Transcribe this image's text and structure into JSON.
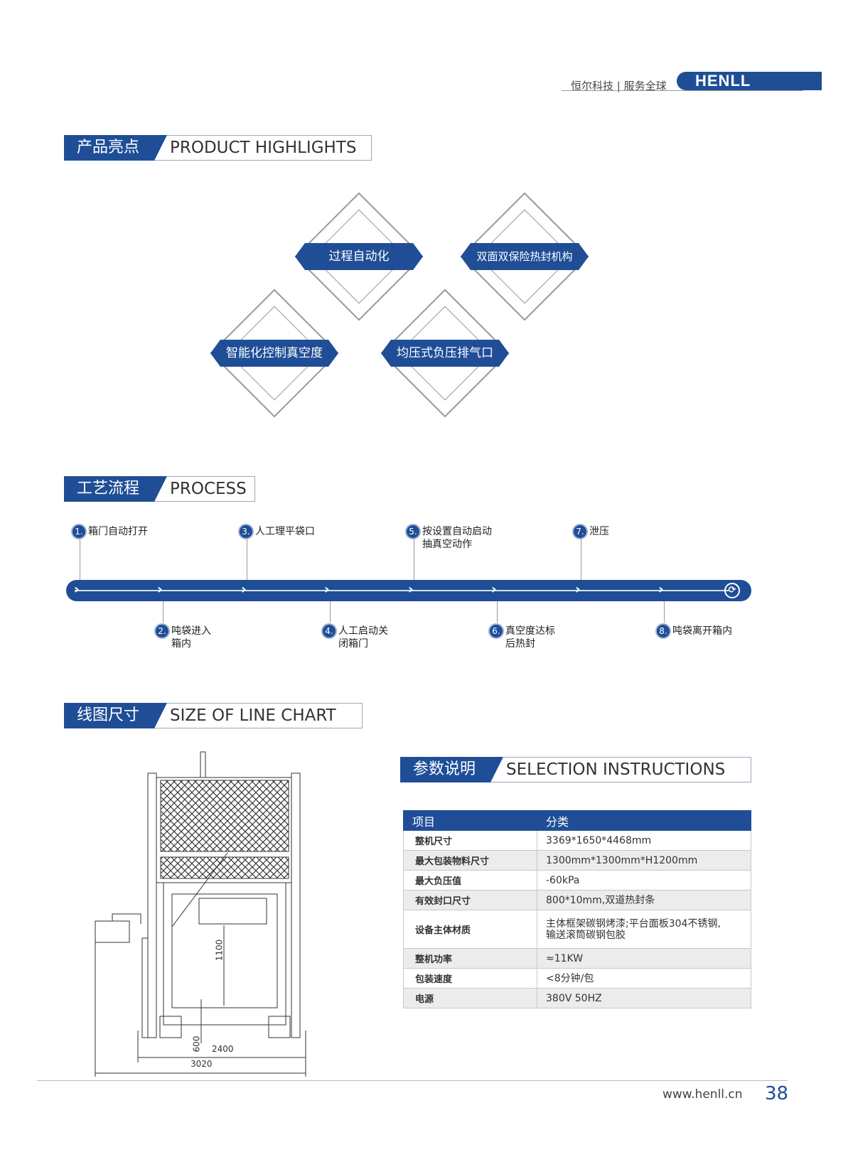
{
  "header": {
    "slogan": "恒尔科技 | 服务全球",
    "logo": "HENLL"
  },
  "highlights": {
    "title_cn": "产品亮点",
    "title_en": "PRODUCT HIGHLIGHTS",
    "items": [
      "过程自动化",
      "双面双保险热封机构",
      "智能化控制真空度",
      "均压式负压排气口"
    ]
  },
  "process": {
    "title_cn": "工艺流程",
    "title_en": "PROCESS",
    "steps": [
      {
        "n": "1.",
        "text": "箱门自动打开"
      },
      {
        "n": "2.",
        "text": "吨袋进入\n箱内"
      },
      {
        "n": "3.",
        "text": "人工理平袋口"
      },
      {
        "n": "4.",
        "text": "人工启动关\n闭箱门"
      },
      {
        "n": "5.",
        "text": "按设置自动启动\n抽真空动作"
      },
      {
        "n": "6.",
        "text": "真空度达标\n后热封"
      },
      {
        "n": "7.",
        "text": "泄压"
      },
      {
        "n": "8.",
        "text": "吨袋离开箱内"
      }
    ]
  },
  "drawing": {
    "title_cn": "线图尺寸",
    "title_en": "SIZE OF LINE CHART",
    "dims": [
      "1100",
      "600",
      "2400",
      "3020"
    ]
  },
  "selection": {
    "title_cn": "参数说明",
    "title_en": "SELECTION INSTRUCTIONS",
    "headers": [
      "项目",
      "分类"
    ],
    "rows": [
      [
        "整机尺寸",
        "3369*1650*4468mm"
      ],
      [
        "最大包装物料尺寸",
        "1300mm*1300mm*H1200mm"
      ],
      [
        "最大负压值",
        "-60kPa"
      ],
      [
        "有效封口尺寸",
        "800*10mm,双道热封条"
      ],
      [
        "设备主体材质",
        "主体框架碳钢烤漆;平台面板304不锈钢,\n输送滚筒碳钢包胶"
      ],
      [
        "整机功率",
        "≈11KW"
      ],
      [
        "包装速度",
        "<8分钟/包"
      ],
      [
        "电源",
        "380V 50HZ"
      ]
    ]
  },
  "footer": {
    "url": "www.henll.cn",
    "page": "38"
  }
}
